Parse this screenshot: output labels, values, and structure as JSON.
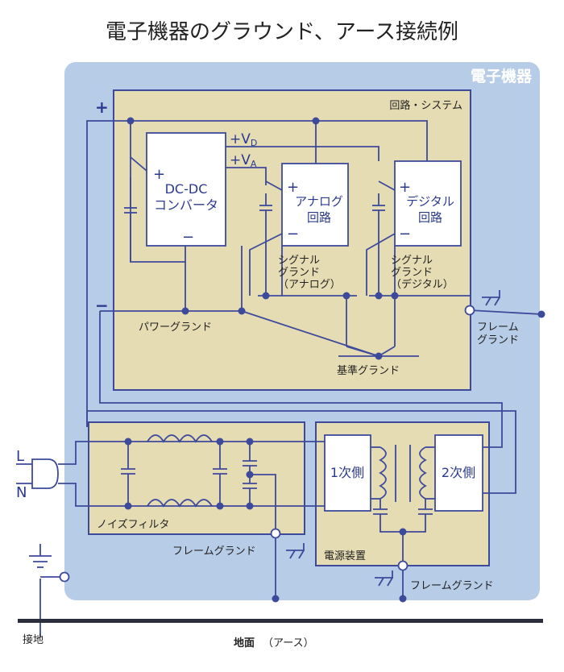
{
  "title": "電子機器のグラウンド、アース接続例",
  "device_label": "電子機器",
  "circuit_system_label": "回路・システム",
  "dcdc": {
    "line1": "DC-DC",
    "line2": "コンバータ",
    "plus": "+",
    "minus": "−"
  },
  "outputs": {
    "vd": "+V",
    "vd_sub": "D",
    "va": "+V",
    "va_sub": "A"
  },
  "analog": {
    "line1": "アナログ",
    "line2": "回路",
    "plus": "+",
    "minus": "−"
  },
  "digital": {
    "line1": "デジタル",
    "line2": "回路",
    "plus": "+",
    "minus": "−"
  },
  "signal_ground_analog": [
    "シグナル",
    "グランド",
    "（アナログ）"
  ],
  "signal_ground_digital": [
    "シグナル",
    "グランド",
    "（デジタル）"
  ],
  "power_ground": "パワーグランド",
  "reference_ground": "基準グランド",
  "frame_ground_right": [
    "フレーム",
    "グランド"
  ],
  "rail_plus": "+",
  "rail_minus": "−",
  "noise_filter": "ノイズフィルタ",
  "power_supply": "電源装置",
  "primary": "1次側",
  "secondary": "2次側",
  "frame_ground_filter": "フレームグランド",
  "frame_ground_supply": "フレームグランド",
  "plug_l": "L",
  "plug_n": "N",
  "earth_connection": "接地",
  "earth_ground": "地面",
  "earth_ground_paren": "（アース）",
  "colors": {
    "outer_box": "#b7cce6",
    "inner_box": "#e6dcb4",
    "line": "#3d4a9c",
    "text_blue": "#2b3a8f"
  }
}
